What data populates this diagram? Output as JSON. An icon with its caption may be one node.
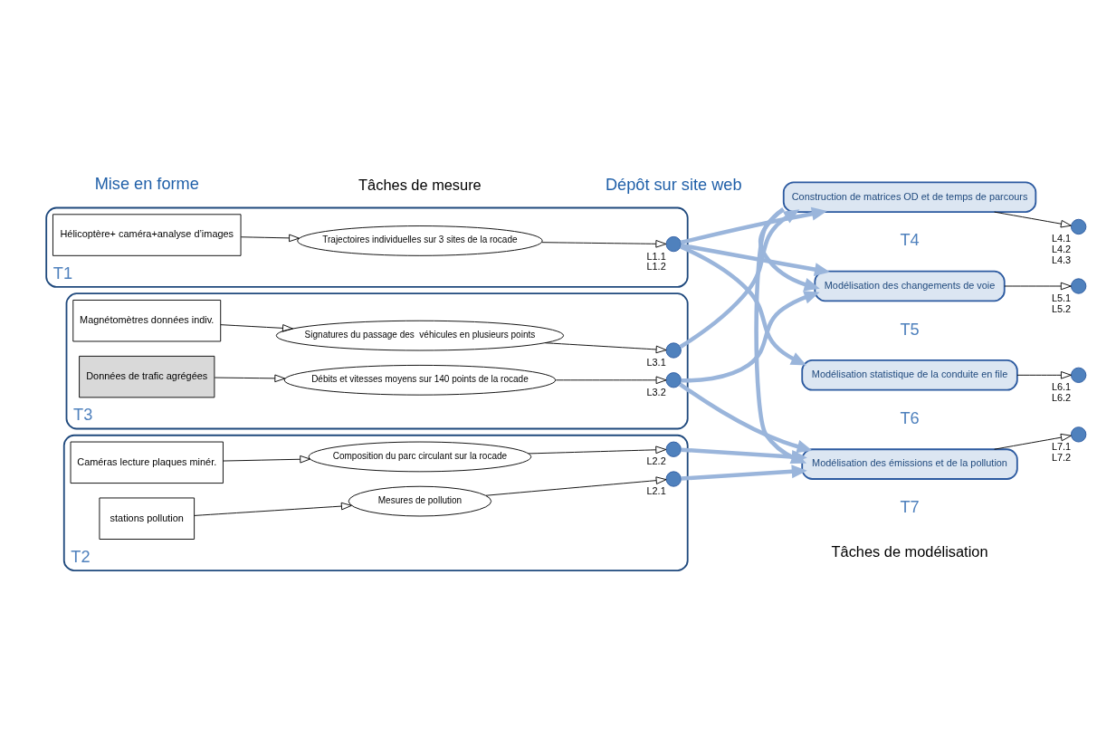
{
  "diagram": {
    "nodes": [
      {
        "text": [
          "T1"
        ]
      },
      {
        "text": [
          "Hélicoptère+ caméra+analyse d’images"
        ],
        "in": 0
      },
      {
        "text": [
          "Trajectoires individuelles sur 3 sites de la rocade"
        ],
        "in": 0
      },
      {
        "text": [],
        "shape": "circle",
        "in": 0,
        "beside": [
          "L1.1",
          "L1.2"
        ]
      },
      {
        "text": [
          "T2"
        ]
      },
      {
        "text": [
          "stations pollution"
        ],
        "in": 4
      },
      {
        "text": [
          "Mesures de pollution"
        ],
        "in": 4
      },
      {
        "text": [],
        "shape": "circle",
        "in": 4,
        "beside": [
          "L2.1"
        ]
      },
      {
        "text": [
          "Caméras lecture plaques minér."
        ],
        "in": 4
      },
      {
        "text": [
          "Composition du parc circulant sur la rocade"
        ],
        "in": 4
      },
      {
        "text": [],
        "shape": "circle",
        "in": 4,
        "beside": [
          "L2.2"
        ]
      },
      {
        "text": [
          "T3"
        ]
      },
      {
        "text": [
          "Magnétomètres données indiv."
        ],
        "in": 11
      },
      {
        "text": [
          "Signatures du passage des  véhicules en plusieurs points"
        ],
        "in": 11
      },
      {
        "text": [],
        "shape": "circle",
        "in": 11,
        "beside": [
          "L3.1"
        ]
      },
      {
        "text": [
          "Données de trafic agrégées"
        ],
        "in": 11
      },
      {
        "text": [
          "Débits et vitesses moyens sur 140 points de la rocade"
        ],
        "in": 11
      },
      {
        "text": [],
        "shape": "circle",
        "in": 11,
        "beside": [
          "L3.2"
        ]
      },
      {
        "text": [
          "Construction de matrices OD et de temps de parcours"
        ],
        "beside": [
          "T4"
        ]
      },
      {
        "text": [],
        "shape": "circle",
        "beside": [
          "L4.1",
          "L4.2",
          "L4.3"
        ]
      },
      {
        "text": [
          "Modélisation des changements de voie"
        ],
        "beside": [
          "T5"
        ]
      },
      {
        "text": [],
        "shape": "circle",
        "beside": [
          "L5.1",
          "L5.2"
        ]
      },
      {
        "text": [
          "Modélisation statistique de la conduite en file"
        ],
        "beside": [
          "T6"
        ]
      },
      {
        "text": [],
        "shape": "circle",
        "beside": [
          "L6.1",
          "L6.2"
        ]
      },
      {
        "text": [
          "Modélisation des émissions et de la pollution"
        ],
        "beside": [
          "T7"
        ]
      },
      {
        "text": [],
        "shape": "circle",
        "beside": [
          "L7.1",
          "L7.2"
        ]
      }
    ],
    "edges": [
      {
        "from": 1,
        "to": 2,
        "arrow": "to"
      },
      {
        "from": 2,
        "to": 3,
        "arrow": "to"
      },
      {
        "from": 5,
        "to": 6,
        "arrow": "to"
      },
      {
        "from": 6,
        "to": 7,
        "arrow": "to"
      },
      {
        "from": 8,
        "to": 9,
        "arrow": "to"
      },
      {
        "from": 9,
        "to": 10,
        "arrow": "to"
      },
      {
        "from": 12,
        "to": 13,
        "arrow": "to"
      },
      {
        "from": 13,
        "to": 14,
        "arrow": "to"
      },
      {
        "from": 15,
        "to": 16,
        "arrow": "to"
      },
      {
        "from": 16,
        "to": 17,
        "arrow": "to"
      },
      {
        "from": 3,
        "to": 18,
        "arrow": "to",
        "style": "thick",
        "color": "#9ab5db"
      },
      {
        "from": 3,
        "to": 20,
        "arrow": "to",
        "style": "thick",
        "color": "#9ab5db"
      },
      {
        "from": 3,
        "to": 22,
        "arrow": "to",
        "style": "thick",
        "color": "#9ab5db"
      },
      {
        "from": 7,
        "to": 24,
        "arrow": "to",
        "style": "thick",
        "color": "#9ab5db"
      },
      {
        "from": 10,
        "to": 24,
        "arrow": "to",
        "style": "thick",
        "color": "#9ab5db"
      },
      {
        "from": 14,
        "to": 18,
        "arrow": "to",
        "style": "thick",
        "color": "#9ab5db"
      },
      {
        "from": 17,
        "to": 20,
        "arrow": "to",
        "style": "thick",
        "color": "#9ab5db"
      },
      {
        "from": 17,
        "to": 24,
        "arrow": "to",
        "style": "thick",
        "color": "#9ab5db"
      },
      {
        "from": 18,
        "to": 20,
        "arrow": "to",
        "style": "thick",
        "color": "#9ab5db"
      },
      {
        "from": 18,
        "to": 24,
        "arrow": "to",
        "style": "thick",
        "color": "#9ab5db"
      },
      {
        "from": 18,
        "to": 19,
        "arrow": "to"
      },
      {
        "from": 20,
        "to": 21,
        "arrow": "to"
      },
      {
        "from": 22,
        "to": 23,
        "arrow": "to"
      },
      {
        "from": 24,
        "to": 25,
        "arrow": "to"
      }
    ],
    "labels": [
      "Mise en forme",
      "Dépôt sur site web",
      "Tâches de mesure",
      "Tâches de modélisation"
    ]
  }
}
